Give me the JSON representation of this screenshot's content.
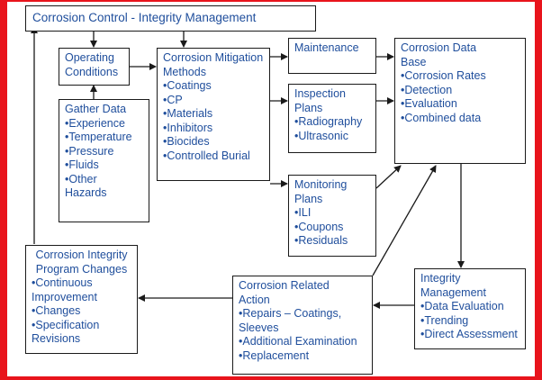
{
  "colors": {
    "text": "#1f4e9c",
    "border": "#e8141c",
    "lines": "#1a1a1a"
  },
  "title": "Corrosion Control - Integrity Management",
  "operating_conditions": {
    "title": "Operating Conditions"
  },
  "gather_data": {
    "title": "Gather Data",
    "items": [
      "Experience",
      "Temperature",
      "Pressure",
      "Fluids",
      "Other Hazards"
    ]
  },
  "mitigation": {
    "title": "Corrosion Mitigation Methods",
    "items": [
      "Coatings",
      "CP",
      "Materials",
      "Inhibitors",
      "Biocides",
      "Controlled Burial"
    ]
  },
  "maintenance": {
    "title": "Maintenance"
  },
  "inspection": {
    "title": "Inspection Plans",
    "items": [
      "Radiography",
      "Ultrasonic"
    ]
  },
  "monitoring": {
    "title": "Monitoring Plans",
    "items": [
      "ILI",
      "Coupons",
      "Residuals"
    ]
  },
  "database": {
    "title": "Corrosion Data Base",
    "items": [
      "Corrosion Rates",
      "Detection",
      "Evaluation",
      "Combined data"
    ]
  },
  "integrity": {
    "title": "Integrity Management",
    "items": [
      "Data Evaluation",
      "Trending",
      "Direct Assessment"
    ]
  },
  "action": {
    "title": "Corrosion Related Action",
    "items": [
      "Repairs – Coatings, Sleeves",
      "Additional Examination",
      "Replacement"
    ]
  },
  "program": {
    "title": "Corrosion Integrity Program Changes",
    "items": [
      "Continuous Improvement",
      "Changes",
      "Specification Revisions"
    ]
  }
}
